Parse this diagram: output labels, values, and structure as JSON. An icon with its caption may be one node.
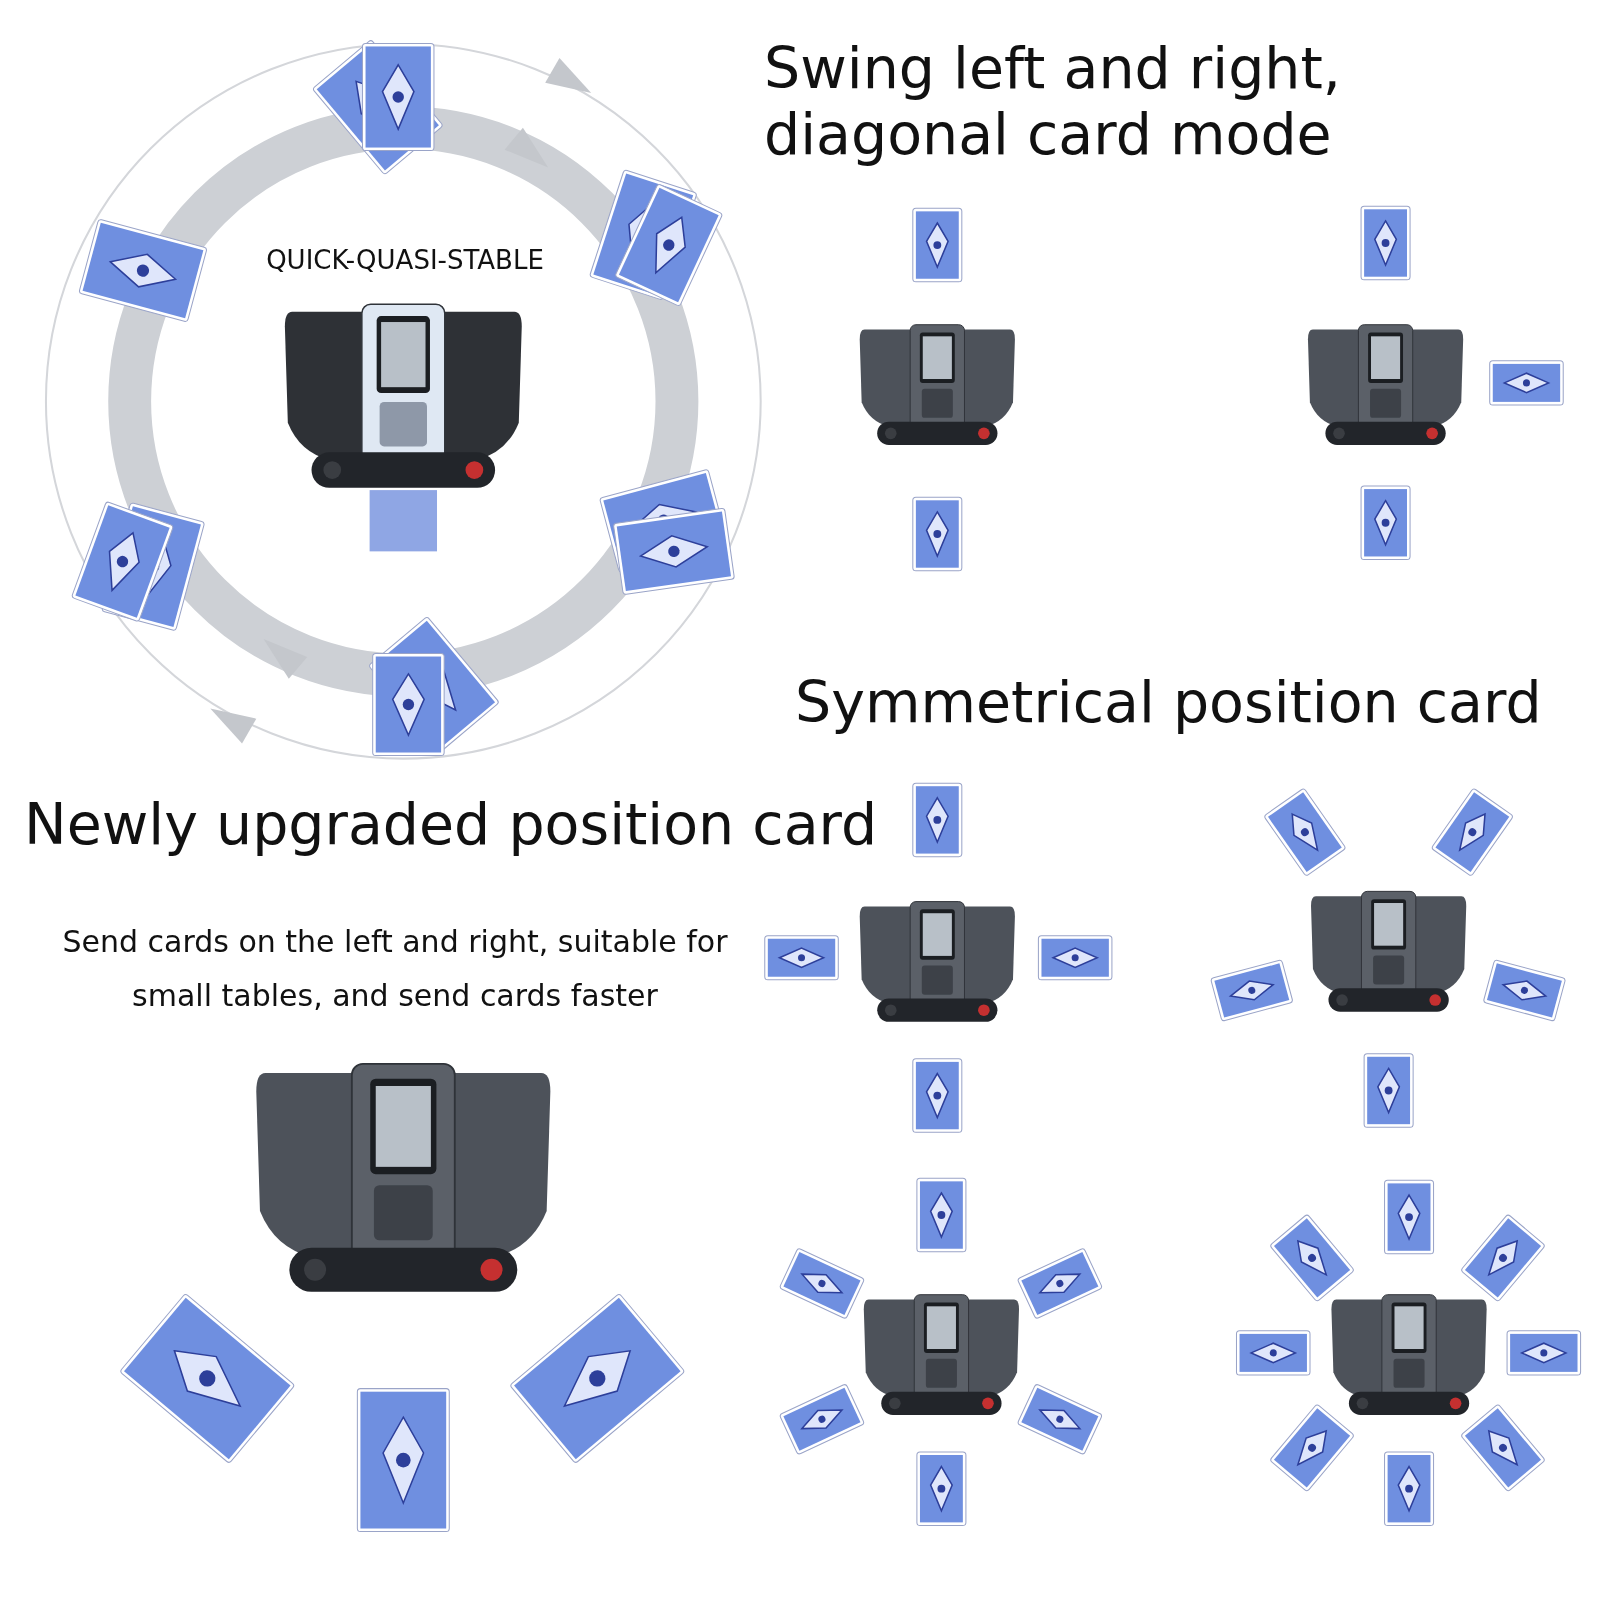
{
  "diagram": {
    "labels": [
      "Swing left and right, diagonal card mode",
      "QUICK-QUASI-STABLE",
      "Symmetrical position card",
      "Newly upgraded position card",
      "Send cards on the left and right, suitable for small tables, and send cards faster"
    ]
  }
}
